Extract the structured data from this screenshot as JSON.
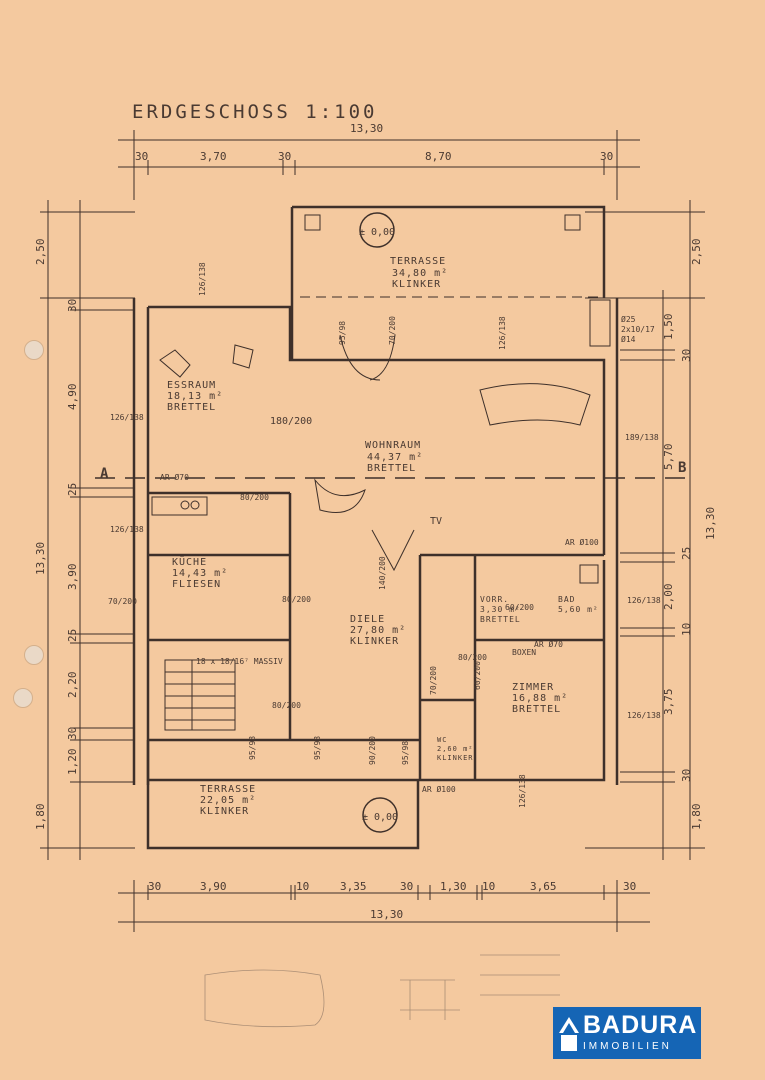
{
  "title": "ERDGESCHOSS 1:100",
  "rooms": [
    {
      "name": "TERRASSE",
      "area": "34,80 m²",
      "floor": "KLINKER"
    },
    {
      "name": "ESSRAUM",
      "area": "18,13 m²",
      "floor": "BRETTEL"
    },
    {
      "name": "WOHNRAUM",
      "area": "44,37 m²",
      "floor": "BRETTEL"
    },
    {
      "name": "KÜCHE",
      "area": "14,43 m²",
      "floor": "FLIESEN"
    },
    {
      "name": "DIELE",
      "area": "27,80 m²",
      "floor": "KLINKER"
    },
    {
      "name": "VORR.",
      "area": "3,30 m²",
      "floor": "BRETTEL"
    },
    {
      "name": "BAD",
      "area": "5,60 m²",
      "floor": ""
    },
    {
      "name": "ZIMMER",
      "area": "16,88 m²",
      "floor": "BRETTEL"
    },
    {
      "name": "WC",
      "area": "2,60 m²",
      "floor": "KLINKER"
    },
    {
      "name": "TERRASSE",
      "area": "22,05 m²",
      "floor": "KLINKER"
    }
  ],
  "levels": [
    "± 0,00",
    "± 0,00"
  ],
  "top_dims": {
    "total": "13,30",
    "parts": [
      "30",
      "3,70",
      "30",
      "8,70",
      "30"
    ]
  },
  "bottom_dims": {
    "total": "13,30",
    "parts": [
      "30",
      "3,90",
      "10",
      "3,35",
      "30",
      "1,30",
      "10",
      "3,65",
      "30"
    ]
  },
  "left_dims": {
    "total": "13,30",
    "parts": [
      "2,50",
      "30",
      "4,90",
      "25",
      "3,90",
      "25",
      "2,20",
      "30",
      "1,20",
      "1,80"
    ]
  },
  "right_dims": {
    "total": "13,30",
    "parts": [
      "2,50",
      "1,50",
      "30",
      "5,70",
      "25",
      "2,00",
      "10",
      "3,75",
      "30",
      "1,80"
    ]
  },
  "openings": [
    "126/138",
    "126/138",
    "126/138",
    "126/138",
    "180/200",
    "189/138",
    "126/138",
    "126/138",
    "126/138",
    "80/200",
    "80/200",
    "70/200",
    "80/200",
    "140/200",
    "80/200",
    "70/200",
    "60/200",
    "95/98",
    "95/98",
    "95/98",
    "90/200",
    "95/98",
    "60/200",
    "70/200"
  ],
  "stairs": "18 x 18/16⁷ MASSIV",
  "notes": [
    "AR Ø70",
    "AR Ø100",
    "AR Ø70",
    "AR Ø100",
    "TV",
    "Ø25",
    "2x10/17",
    "Ø14",
    "BOXEN"
  ],
  "section": [
    "A",
    "B"
  ],
  "logo": {
    "name": "BADURA",
    "sub": "IMMOBILIEN"
  },
  "colors": {
    "paper": "#f4c99f",
    "ink": "#3e302a",
    "logo": "#1565b5"
  }
}
